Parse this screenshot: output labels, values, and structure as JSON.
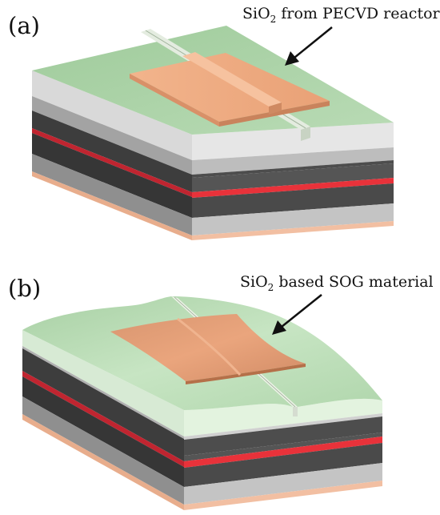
{
  "panels": [
    {
      "label": "(a)",
      "annotation": {
        "prefix": "SiO",
        "subscript": "2",
        "suffix": " from PECVD reactor"
      }
    },
    {
      "label": "(b)",
      "annotation": {
        "prefix": "SiO",
        "subscript": "2",
        "suffix": " based SOG material"
      }
    }
  ],
  "colors": {
    "oxide_top": "#a9d1a5",
    "oxide_top_b": "#b6dcb2",
    "copper_pad": "#eeaa80",
    "copper_dark": "#c47f55",
    "cladding_light": "#c9c9c9",
    "cladding_mid": "#9a9a9a",
    "core_dark": "#4a4a4a",
    "core_darker": "#2f2f2f",
    "red_layer": "#e8323a",
    "red_layer_dark": "#b3202a",
    "substrate_pink": "#f0b89a",
    "waveguide_ridge": "#dfe9d6"
  }
}
